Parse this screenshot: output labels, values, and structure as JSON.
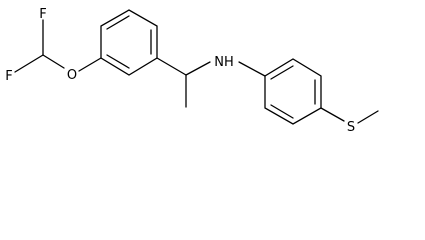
{
  "molecule": {
    "atoms": {
      "fluorine_top": "F",
      "fluorine_left": "F",
      "oxygen": "O",
      "nitrogen_hydrogen": "NH",
      "sulfur": "S"
    }
  },
  "colors": {
    "background": "#ffffff",
    "ink": "#000000"
  }
}
